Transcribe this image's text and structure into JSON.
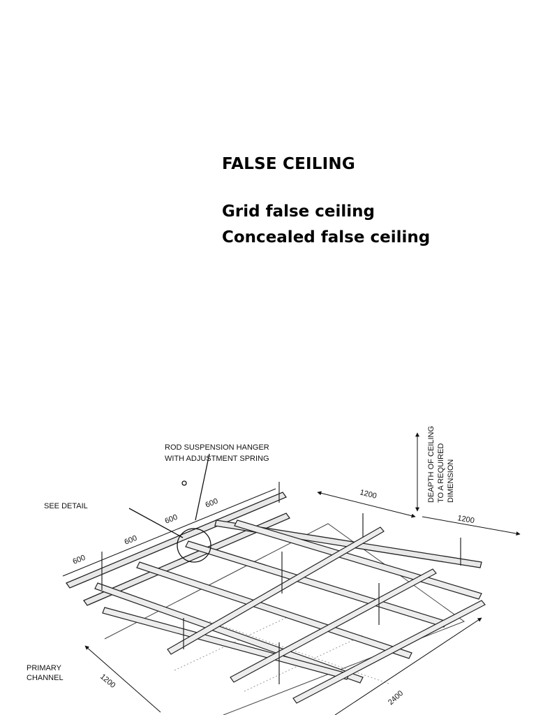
{
  "slide": {
    "title": "FALSE CEILING",
    "items": [
      "Grid false ceiling",
      "Concealed false ceiling"
    ]
  },
  "diagram": {
    "labels": {
      "hanger_line1": "ROD SUSPENSION HANGER",
      "hanger_line2": "WITH ADJUSTMENT SPRING",
      "see_detail": "SEE DETAIL",
      "primary_line1": "PRIMARY",
      "primary_line2": "CHANNEL",
      "depth_line1": "DEAPTH OF CEILING",
      "depth_line2": "TO A REQUIRED",
      "depth_line3": "DIMENSION"
    },
    "dimensions": {
      "spacing_a": "600",
      "spacing_b": "600",
      "spacing_c": "600",
      "spacing_d": "600",
      "top_1200": "1200",
      "right_1200": "1200",
      "left_1200": "1200",
      "bottom_2400": "2400"
    }
  }
}
